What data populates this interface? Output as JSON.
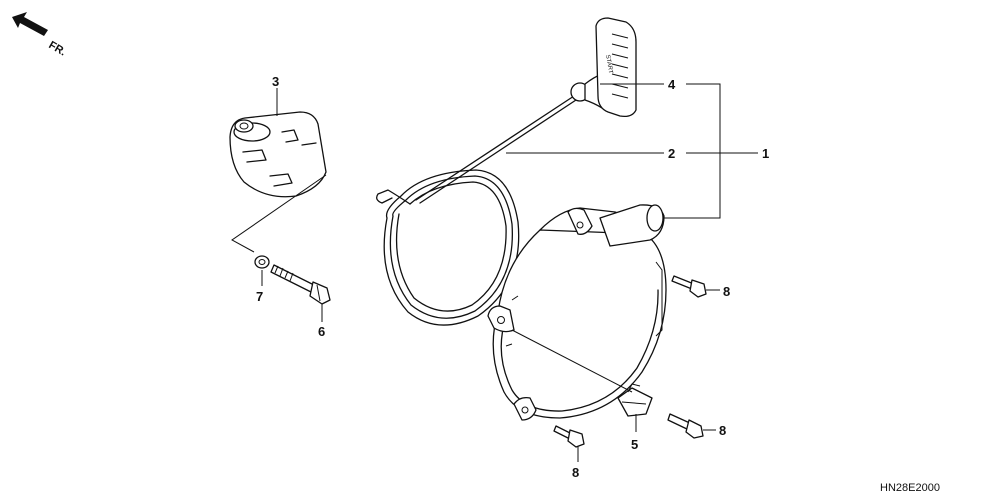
{
  "direction_label": "FR.",
  "diagram_code": "HN28E2000",
  "handle_text": "START",
  "callouts": {
    "c1": "1",
    "c2": "2",
    "c3": "3",
    "c4": "4",
    "c5": "5",
    "c6": "6",
    "c7": "7",
    "c8a": "8",
    "c8b": "8",
    "c8c": "8"
  }
}
